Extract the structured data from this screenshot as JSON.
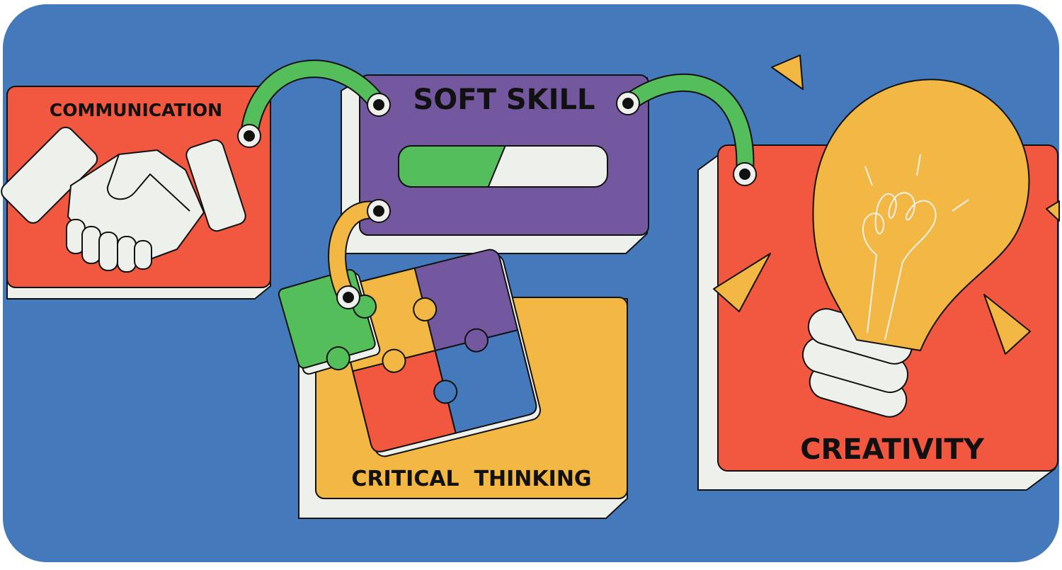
{
  "cards": {
    "communication": {
      "label": "COMMUNICATION"
    },
    "soft_skill": {
      "label": "SOFT SKILL",
      "progress": 0.47
    },
    "critical_thinking": {
      "label": "CRITICAL  THINKING"
    },
    "creativity": {
      "label": "CREATIVITY"
    }
  },
  "icons": {
    "communication": "handshake-icon",
    "critical_thinking": "puzzle-icon",
    "creativity": "lightbulb-icon"
  },
  "colors": {
    "background": "#4479BC",
    "card_red": "#F2573F",
    "card_purple": "#7358A0",
    "card_yellow": "#F3B843",
    "green": "#54BE5B",
    "cream": "#EEF0EC",
    "outline": "#111111"
  }
}
